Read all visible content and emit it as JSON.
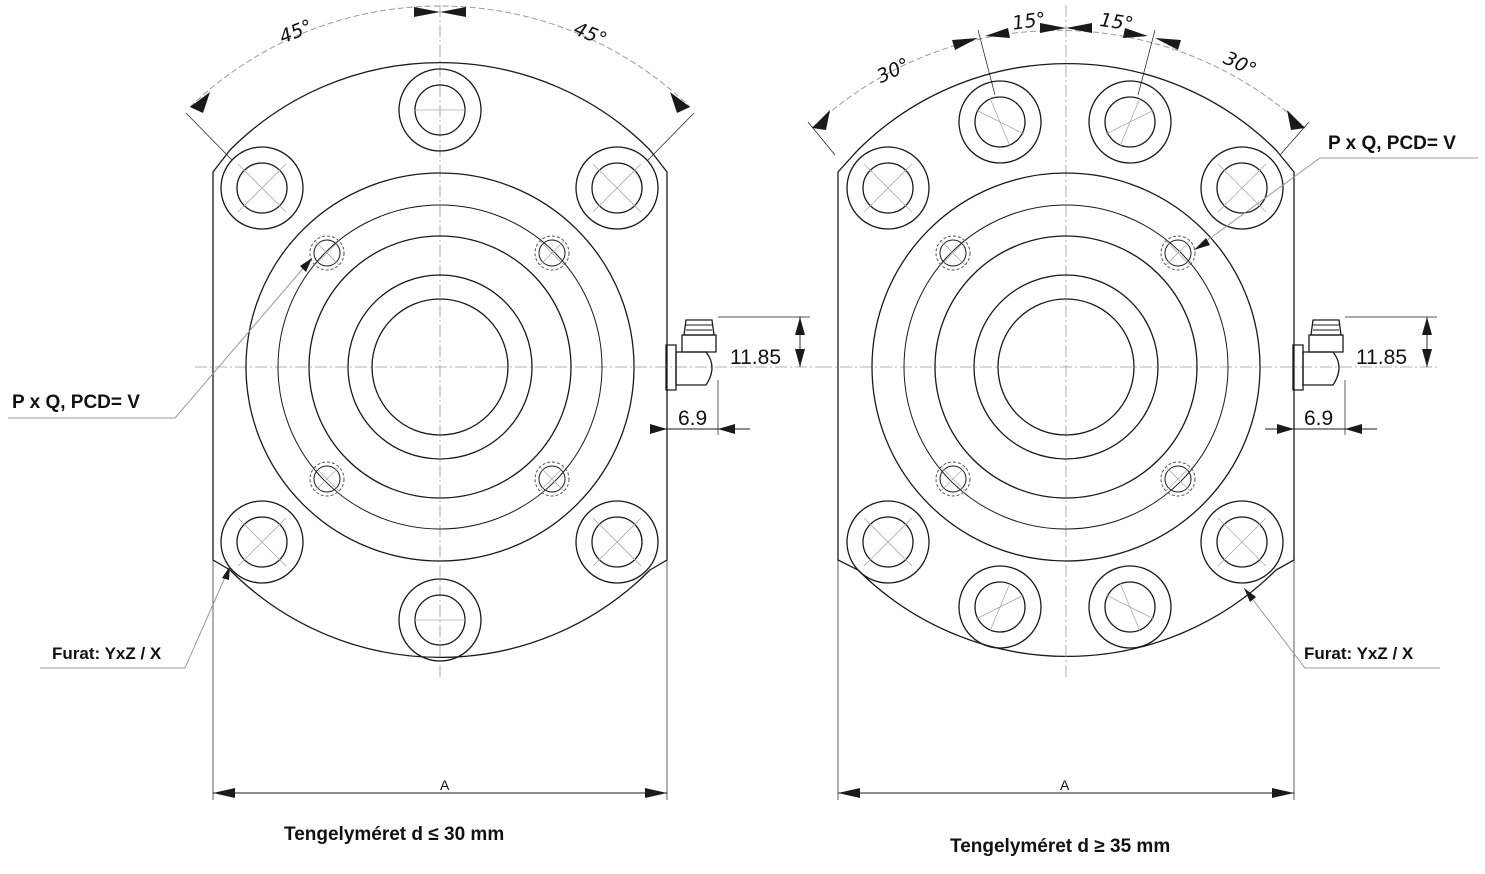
{
  "left_view": {
    "angle_left": "45°",
    "angle_right": "45°",
    "pcd_note": "P x Q, PCD= V",
    "bore_note": "Furat: YxZ / X",
    "dim_height": "11.85",
    "dim_offset": "6.9",
    "dim_width": "A",
    "caption": "Tengelyméret d ≤ 30 mm"
  },
  "right_view": {
    "angle_outer_left": "30°",
    "angle_inner_left": "15°",
    "angle_inner_right": "15°",
    "angle_outer_right": "30°",
    "pcd_note": "P x Q, PCD= V",
    "bore_note": "Furat: YxZ / X",
    "dim_height": "11.85",
    "dim_offset": "6.9",
    "dim_width": "A",
    "caption": "Tengelyméret d ≥  35 mm"
  }
}
